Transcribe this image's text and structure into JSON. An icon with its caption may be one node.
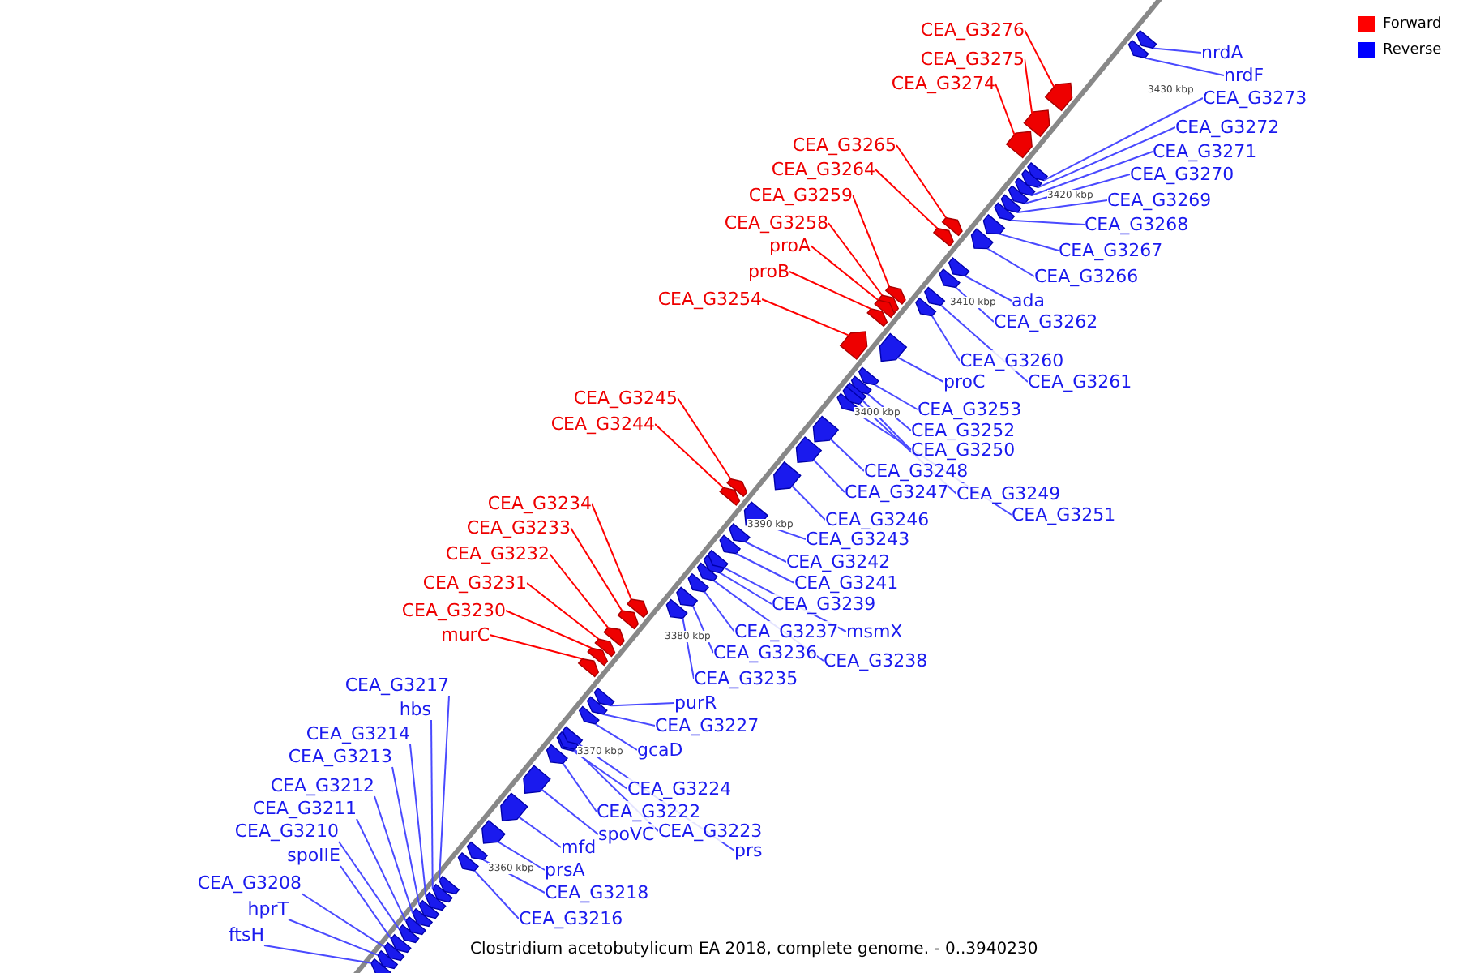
{
  "diagram": {
    "caption": "Clostridium acetobutylicum EA 2018, complete genome. - 0..3940230",
    "nodes": [
      {
        "text": [
          "CEA_G3276"
        ]
      },
      {
        "text": [
          "CEA_G3275"
        ]
      },
      {
        "text": [
          "CEA_G3274"
        ]
      },
      {
        "text": [
          "CEA_G3265"
        ]
      },
      {
        "text": [
          "CEA_G3264"
        ]
      },
      {
        "text": [
          "CEA_G3259"
        ]
      },
      {
        "text": [
          "CEA_G3258"
        ]
      },
      {
        "text": [
          "proA"
        ]
      },
      {
        "text": [
          "proB"
        ]
      },
      {
        "text": [
          "CEA_G3254"
        ]
      },
      {
        "text": [
          "CEA_G3245"
        ]
      },
      {
        "text": [
          "CEA_G3244"
        ]
      },
      {
        "text": [
          "CEA_G3234"
        ]
      },
      {
        "text": [
          "CEA_G3233"
        ]
      },
      {
        "text": [
          "CEA_G3232"
        ]
      },
      {
        "text": [
          "CEA_G3231"
        ]
      },
      {
        "text": [
          "CEA_G3230"
        ]
      },
      {
        "text": [
          "murC"
        ]
      },
      {
        "text": [
          "nrdA"
        ]
      },
      {
        "text": [
          "nrdF"
        ]
      },
      {
        "text": [
          "CEA_G3273"
        ]
      },
      {
        "text": [
          "CEA_G3272"
        ]
      },
      {
        "text": [
          "CEA_G3271"
        ]
      },
      {
        "text": [
          "CEA_G3270"
        ]
      },
      {
        "text": [
          "CEA_G3269"
        ]
      },
      {
        "text": [
          "CEA_G3268"
        ]
      },
      {
        "text": [
          "CEA_G3267"
        ]
      },
      {
        "text": [
          "CEA_G3266"
        ]
      },
      {
        "text": [
          "ada"
        ]
      },
      {
        "text": [
          "CEA_G3262"
        ]
      },
      {
        "text": [
          "CEA_G3260"
        ]
      },
      {
        "text": [
          "CEA_G3261"
        ]
      },
      {
        "text": [
          "proC"
        ]
      },
      {
        "text": [
          "CEA_G3253"
        ]
      },
      {
        "text": [
          "CEA_G3252"
        ]
      },
      {
        "text": [
          "CEA_G3250"
        ]
      },
      {
        "text": [
          "CEA_G3248"
        ]
      },
      {
        "text": [
          "CEA_G3247"
        ]
      },
      {
        "text": [
          "CEA_G3249"
        ]
      },
      {
        "text": [
          "CEA_G3251"
        ]
      },
      {
        "text": [
          "CEA_G3246"
        ]
      },
      {
        "text": [
          "CEA_G3243"
        ]
      },
      {
        "text": [
          "CEA_G3242"
        ]
      },
      {
        "text": [
          "CEA_G3241"
        ]
      },
      {
        "text": [
          "CEA_G3239"
        ]
      },
      {
        "text": [
          "CEA_G3237"
        ]
      },
      {
        "text": [
          "msmX"
        ]
      },
      {
        "text": [
          "CEA_G3236"
        ]
      },
      {
        "text": [
          "CEA_G3238"
        ]
      },
      {
        "text": [
          "CEA_G3235"
        ]
      },
      {
        "text": [
          "purR"
        ]
      },
      {
        "text": [
          "CEA_G3227"
        ]
      },
      {
        "text": [
          "gcaD"
        ]
      },
      {
        "text": [
          "CEA_G3224"
        ]
      },
      {
        "text": [
          "CEA_G3222"
        ]
      },
      {
        "text": [
          "CEA_G3223"
        ]
      },
      {
        "text": [
          "prs"
        ]
      },
      {
        "text": [
          "spoVC"
        ]
      },
      {
        "text": [
          "mfd"
        ]
      },
      {
        "text": [
          "prsA"
        ]
      },
      {
        "text": [
          "CEA_G3218"
        ]
      },
      {
        "text": [
          "CEA_G3216"
        ]
      },
      {
        "text": [
          "CEA_G3217"
        ]
      },
      {
        "text": [
          "hbs"
        ]
      },
      {
        "text": [
          "CEA_G3214"
        ]
      },
      {
        "text": [
          "CEA_G3213"
        ]
      },
      {
        "text": [
          "CEA_G3212"
        ]
      },
      {
        "text": [
          "CEA_G3211"
        ]
      },
      {
        "text": [
          "CEA_G3210"
        ]
      },
      {
        "text": [
          "spoIIE"
        ]
      },
      {
        "text": [
          "CEA_G3208"
        ]
      },
      {
        "text": [
          "hprT"
        ]
      },
      {
        "text": [
          "ftsH"
        ]
      },
      {
        "text": [],
        "shape": "arrow"
      },
      {
        "text": [],
        "shape": "arrow"
      },
      {
        "text": [],
        "shape": "arrow"
      },
      {
        "text": [],
        "shape": "arrow"
      },
      {
        "text": [],
        "shape": "arrow"
      },
      {
        "text": [],
        "shape": "arrow"
      },
      {
        "text": [],
        "shape": "arrow"
      },
      {
        "text": [],
        "shape": "arrow"
      },
      {
        "text": [],
        "shape": "arrow"
      },
      {
        "text": [],
        "shape": "arrow"
      },
      {
        "text": [],
        "shape": "arrow"
      },
      {
        "text": [],
        "shape": "arrow"
      },
      {
        "text": [],
        "shape": "arrow"
      },
      {
        "text": [],
        "shape": "arrow"
      },
      {
        "text": [],
        "shape": "arrow"
      },
      {
        "text": [],
        "shape": "arrow"
      },
      {
        "text": [],
        "shape": "arrow"
      },
      {
        "text": [],
        "shape": "arrow"
      },
      {
        "text": [],
        "shape": "arrow"
      },
      {
        "text": [],
        "shape": "arrow"
      },
      {
        "text": [],
        "shape": "arrow"
      },
      {
        "text": [],
        "shape": "arrow"
      },
      {
        "text": [],
        "shape": "arrow"
      },
      {
        "text": [],
        "shape": "arrow"
      },
      {
        "text": [],
        "shape": "arrow"
      },
      {
        "text": [],
        "shape": "arrow"
      },
      {
        "text": [],
        "shape": "arrow"
      },
      {
        "text": [],
        "shape": "arrow"
      },
      {
        "text": [],
        "shape": "arrow"
      },
      {
        "text": [],
        "shape": "arrow"
      },
      {
        "text": [],
        "shape": "arrow"
      },
      {
        "text": [],
        "shape": "arrow"
      },
      {
        "text": [],
        "shape": "arrow"
      },
      {
        "text": [],
        "shape": "arrow"
      },
      {
        "text": [],
        "shape": "arrow"
      },
      {
        "text": [],
        "shape": "arrow"
      },
      {
        "text": [],
        "shape": "arrow"
      },
      {
        "text": [],
        "shape": "arrow"
      },
      {
        "text": [],
        "shape": "arrow"
      },
      {
        "text": [],
        "shape": "arrow"
      },
      {
        "text": [],
        "shape": "arrow"
      },
      {
        "text": [],
        "shape": "arrow"
      },
      {
        "text": [],
        "shape": "arrow"
      },
      {
        "text": [],
        "shape": "arrow"
      },
      {
        "text": [],
        "shape": "arrow"
      },
      {
        "text": [],
        "shape": "arrow"
      },
      {
        "text": [],
        "shape": "arrow"
      },
      {
        "text": [],
        "shape": "arrow"
      },
      {
        "text": [],
        "shape": "arrow"
      },
      {
        "text": [],
        "shape": "arrow"
      },
      {
        "text": [],
        "shape": "arrow"
      },
      {
        "text": [],
        "shape": "arrow"
      },
      {
        "text": [],
        "shape": "arrow"
      },
      {
        "text": [],
        "shape": "arrow"
      },
      {
        "text": [],
        "shape": "arrow"
      },
      {
        "text": [],
        "shape": "arrow"
      },
      {
        "text": [],
        "shape": "arrow"
      },
      {
        "text": [],
        "shape": "arrow"
      },
      {
        "text": [],
        "shape": "arrow"
      },
      {
        "text": [],
        "shape": "arrow"
      },
      {
        "text": [],
        "shape": "arrow"
      },
      {
        "text": [],
        "shape": "arrow"
      },
      {
        "text": [],
        "shape": "arrow"
      },
      {
        "text": [],
        "shape": "arrow"
      },
      {
        "text": [],
        "shape": "arrow"
      },
      {
        "text": [],
        "shape": "arrow"
      },
      {
        "text": [],
        "shape": "arrow"
      },
      {
        "text": [],
        "shape": "arrow"
      },
      {
        "text": [],
        "shape": "arrow"
      },
      {
        "text": [],
        "shape": "arrow"
      },
      {
        "text": [],
        "shape": "arrow"
      },
      {
        "text": [],
        "shape": "arrow"
      },
      {
        "text": [],
        "shape": "arrow"
      }
    ],
    "edges": [
      {
        "from": 0,
        "to": 73,
        "arrow": "none",
        "color": "#ff0000"
      },
      {
        "from": 1,
        "to": 74,
        "arrow": "none",
        "color": "#ff0000"
      },
      {
        "from": 2,
        "to": 75,
        "arrow": "none",
        "color": "#ff0000"
      },
      {
        "from": 3,
        "to": 76,
        "arrow": "none",
        "color": "#ff0000"
      },
      {
        "from": 4,
        "to": 77,
        "arrow": "none",
        "color": "#ff0000"
      },
      {
        "from": 5,
        "to": 78,
        "arrow": "none",
        "color": "#ff0000"
      },
      {
        "from": 6,
        "to": 79,
        "arrow": "none",
        "color": "#ff0000"
      },
      {
        "from": 7,
        "to": 80,
        "arrow": "none",
        "color": "#ff0000"
      },
      {
        "from": 8,
        "to": 81,
        "arrow": "none",
        "color": "#ff0000"
      },
      {
        "from": 9,
        "to": 82,
        "arrow": "none",
        "color": "#ff0000"
      },
      {
        "from": 10,
        "to": 83,
        "arrow": "none",
        "color": "#ff0000"
      },
      {
        "from": 11,
        "to": 84,
        "arrow": "none",
        "color": "#ff0000"
      },
      {
        "from": 12,
        "to": 85,
        "arrow": "none",
        "color": "#ff0000"
      },
      {
        "from": 13,
        "to": 86,
        "arrow": "none",
        "color": "#ff0000"
      },
      {
        "from": 14,
        "to": 87,
        "arrow": "none",
        "color": "#ff0000"
      },
      {
        "from": 15,
        "to": 88,
        "arrow": "none",
        "color": "#ff0000"
      },
      {
        "from": 16,
        "to": 89,
        "arrow": "none",
        "color": "#ff0000"
      },
      {
        "from": 17,
        "to": 90,
        "arrow": "none",
        "color": "#ff0000"
      },
      {
        "from": 18,
        "to": 91,
        "arrow": "none"
      },
      {
        "from": 19,
        "to": 92,
        "arrow": "none"
      },
      {
        "from": 20,
        "to": 93,
        "arrow": "none"
      },
      {
        "from": 21,
        "to": 94,
        "arrow": "none"
      },
      {
        "from": 22,
        "to": 95,
        "arrow": "none"
      },
      {
        "from": 23,
        "to": 96,
        "arrow": "none"
      },
      {
        "from": 24,
        "to": 97,
        "arrow": "none"
      },
      {
        "from": 25,
        "to": 98,
        "arrow": "none"
      },
      {
        "from": 26,
        "to": 99,
        "arrow": "none"
      },
      {
        "from": 27,
        "to": 100,
        "arrow": "none"
      },
      {
        "from": 28,
        "to": 101,
        "arrow": "none"
      },
      {
        "from": 29,
        "to": 102,
        "arrow": "none"
      },
      {
        "from": 30,
        "to": 103,
        "arrow": "none"
      },
      {
        "from": 31,
        "to": 104,
        "arrow": "none"
      },
      {
        "from": 32,
        "to": 105,
        "arrow": "none"
      },
      {
        "from": 33,
        "to": 106,
        "arrow": "none"
      },
      {
        "from": 34,
        "to": 107,
        "arrow": "none"
      },
      {
        "from": 35,
        "to": 108,
        "arrow": "none"
      },
      {
        "from": 36,
        "to": 109,
        "arrow": "none"
      },
      {
        "from": 37,
        "to": 110,
        "arrow": "none"
      },
      {
        "from": 38,
        "to": 111,
        "arrow": "none"
      },
      {
        "from": 39,
        "to": 112,
        "arrow": "none"
      },
      {
        "from": 40,
        "to": 113,
        "arrow": "none"
      },
      {
        "from": 41,
        "to": 114,
        "arrow": "none"
      },
      {
        "from": 42,
        "to": 115,
        "arrow": "none"
      },
      {
        "from": 43,
        "to": 116,
        "arrow": "none"
      },
      {
        "from": 44,
        "to": 117,
        "arrow": "none"
      },
      {
        "from": 45,
        "to": 118,
        "arrow": "none"
      },
      {
        "from": 46,
        "to": 119,
        "arrow": "none"
      },
      {
        "from": 47,
        "to": 120,
        "arrow": "none"
      },
      {
        "from": 48,
        "to": 121,
        "arrow": "none"
      },
      {
        "from": 49,
        "to": 122,
        "arrow": "none"
      },
      {
        "from": 50,
        "to": 123,
        "arrow": "none"
      },
      {
        "from": 51,
        "to": 124,
        "arrow": "none"
      },
      {
        "from": 52,
        "to": 125,
        "arrow": "none"
      },
      {
        "from": 53,
        "to": 126,
        "arrow": "none"
      },
      {
        "from": 54,
        "to": 127,
        "arrow": "none"
      },
      {
        "from": 55,
        "to": 128,
        "arrow": "none"
      },
      {
        "from": 56,
        "to": 129,
        "arrow": "none"
      },
      {
        "from": 57,
        "to": 130,
        "arrow": "none"
      },
      {
        "from": 58,
        "to": 131,
        "arrow": "none"
      },
      {
        "from": 59,
        "to": 132,
        "arrow": "none"
      },
      {
        "from": 60,
        "to": 133,
        "arrow": "none"
      },
      {
        "from": 61,
        "to": 134,
        "arrow": "none"
      },
      {
        "from": 62,
        "to": 135,
        "arrow": "none"
      },
      {
        "from": 63,
        "to": 136,
        "arrow": "none"
      },
      {
        "from": 64,
        "to": 137,
        "arrow": "none"
      },
      {
        "from": 65,
        "to": 138,
        "arrow": "none"
      },
      {
        "from": 66,
        "to": 139,
        "arrow": "none"
      },
      {
        "from": 67,
        "to": 140,
        "arrow": "none"
      },
      {
        "from": 68,
        "to": 141,
        "arrow": "none"
      },
      {
        "from": 69,
        "to": 142,
        "arrow": "none"
      },
      {
        "from": 70,
        "to": 143,
        "arrow": "none"
      },
      {
        "from": 71,
        "to": 144,
        "arrow": "none"
      },
      {
        "from": 72,
        "to": 145,
        "arrow": "none"
      }
    ],
    "labels": [
      "3430 kbp",
      "3420 kbp",
      "3410 kbp",
      "3400 kbp",
      "3390 kbp",
      "3380 kbp",
      "3370 kbp",
      "3360 kbp"
    ],
    "legend": [
      {
        "text": "Forward",
        "color": "#ff0000"
      },
      {
        "text": "Reverse",
        "color": "#0000ff"
      }
    ]
  }
}
